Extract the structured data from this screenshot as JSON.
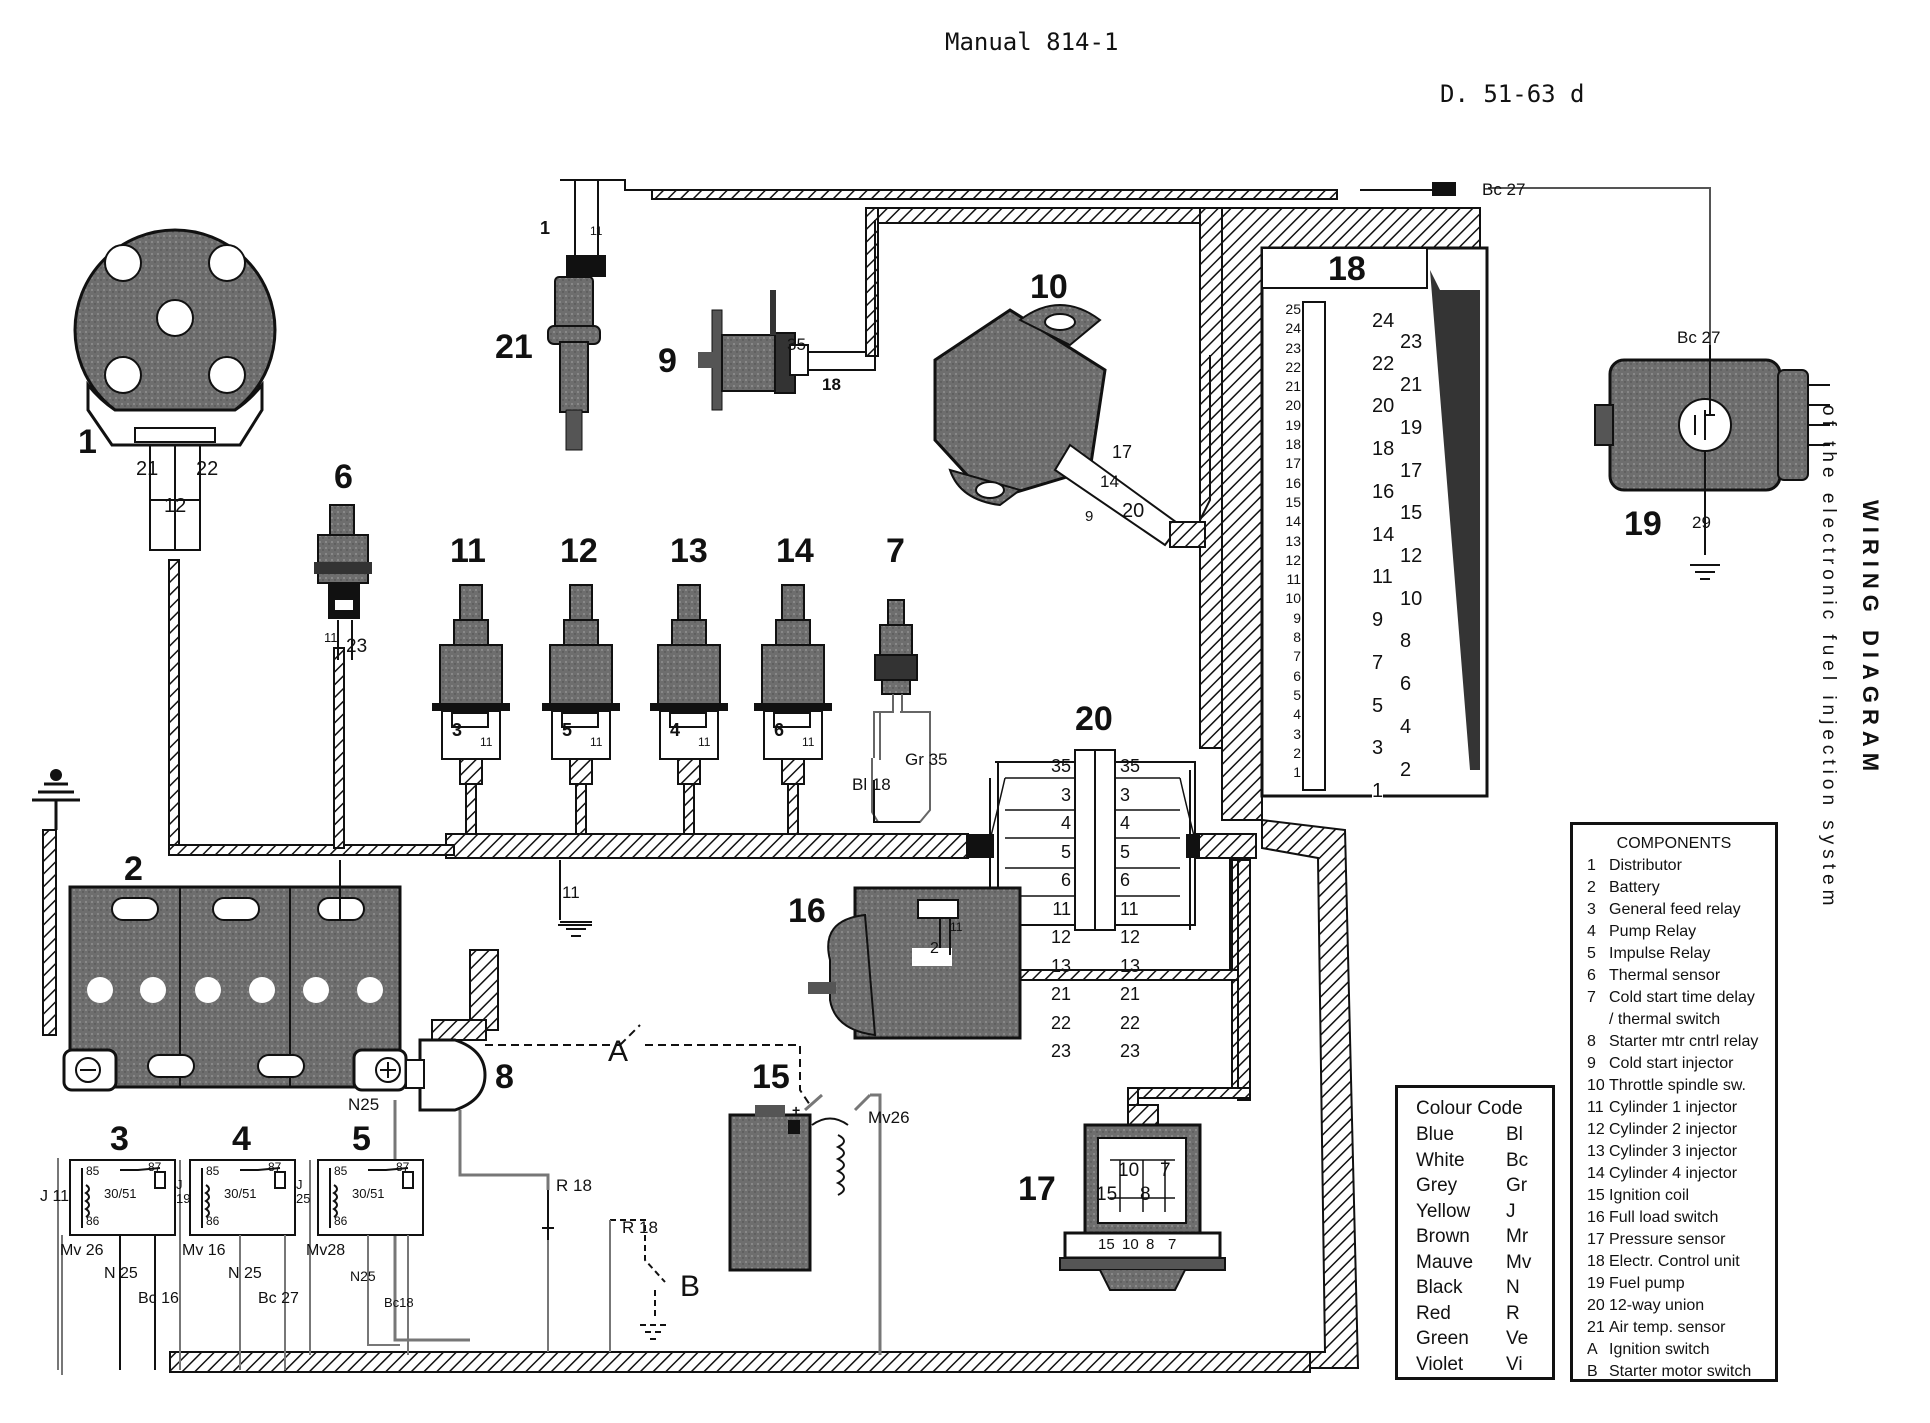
{
  "header": {
    "manual": "Manual 814-1",
    "ref": "D. 51-63 d"
  },
  "side_title": {
    "line1": "WIRING DIAGRAM",
    "line2": "of the electronic fuel injection system"
  },
  "component_numbers": {
    "c1": "1",
    "c2": "2",
    "c3": "3",
    "c4": "4",
    "c5": "5",
    "c6": "6",
    "c7": "7",
    "c8": "8",
    "c9": "9",
    "c10": "10",
    "c11": "11",
    "c12": "12",
    "c13": "13",
    "c14": "14",
    "c15": "15",
    "c16": "16",
    "c17": "17",
    "c18": "18",
    "c19": "19",
    "c20": "20",
    "c21": "21"
  },
  "switch_labels": {
    "a": "A",
    "b": "B"
  },
  "wire_labels": {
    "bc27_top": "Bc 27",
    "bc27_pump": "Bc 27",
    "pump_29": "29",
    "dist_21": "21",
    "dist_12": "12",
    "dist_22": "22",
    "ts_11": "11",
    "ts_23": "23",
    "gnd_11": "11",
    "inj1_a": "3",
    "inj1_b": "11",
    "inj2_a": "5",
    "inj2_b": "11",
    "inj3_a": "4",
    "inj3_b": "11",
    "inj4_a": "6",
    "inj4_b": "11",
    "bl18": "Bl 18",
    "gr35": "Gr 35",
    "csi_35": "35",
    "csi_18": "18",
    "at_1": "1",
    "at_11": "11",
    "tps_17": "17",
    "tps_14": "14",
    "tps_20": "20",
    "tps_9": "9",
    "fls_2": "2",
    "fls_11": "11",
    "n25_batt": "N25",
    "r18_a": "R 18",
    "r18_b": "R 18",
    "mv26_coil": "Mv26",
    "relay3_j": "J 11",
    "relay3_mv": "Mv 26",
    "relay3_n": "N 25",
    "relay3_bc": "Bc 16",
    "relay4_j": "J 19",
    "relay4_mv": "Mv 16",
    "relay4_n": "N 25",
    "relay4_bc": "Bc 27",
    "relay5_j": "J 25",
    "relay5_mv": "Mv28",
    "relay5_n": "N25",
    "relay5_bc": "Bc18",
    "relay_85": "85",
    "relay_87": "87",
    "relay_3051": "30/51",
    "relay_86": "86",
    "ps_10": "10",
    "ps_7": "7",
    "ps_15": "15",
    "ps_8": "8",
    "ps_b15": "15",
    "ps_b10": "10",
    "ps_b8": "8",
    "ps_b7": "7",
    "coil_plus": "+"
  },
  "union_left": [
    "35",
    "3",
    "4",
    "5",
    "6",
    "11",
    "12",
    "13",
    "21",
    "22",
    "23"
  ],
  "union_right": [
    "35",
    "3",
    "4",
    "5",
    "6",
    "11",
    "12",
    "13",
    "21",
    "22",
    "23"
  ],
  "ecu_pins": [
    "25",
    "24",
    "23",
    "22",
    "21",
    "20",
    "19",
    "18",
    "17",
    "16",
    "15",
    "14",
    "13",
    "12",
    "11",
    "10",
    "9",
    "8",
    "7",
    "6",
    "5",
    "4",
    "3",
    "2",
    "1"
  ],
  "ecu_wires": [
    "24",
    "23",
    "22",
    "21",
    "20",
    "19",
    "18",
    "17",
    "16",
    "15",
    "14",
    "12",
    "11",
    "10",
    "9",
    "8",
    "7",
    "6",
    "5",
    "4",
    "3",
    "2",
    "1"
  ],
  "colour_code": {
    "title": "Colour Code",
    "rows": [
      {
        "name": "Blue",
        "code": "Bl"
      },
      {
        "name": "White",
        "code": "Bc"
      },
      {
        "name": "Grey",
        "code": "Gr"
      },
      {
        "name": "Yellow",
        "code": "J"
      },
      {
        "name": "Brown",
        "code": "Mr"
      },
      {
        "name": "Mauve",
        "code": "Mv"
      },
      {
        "name": "Black",
        "code": "N"
      },
      {
        "name": "Red",
        "code": "R"
      },
      {
        "name": "Green",
        "code": "Ve"
      },
      {
        "name": "Violet",
        "code": "Vi"
      }
    ]
  },
  "components": {
    "title": "COMPONENTS",
    "rows": [
      {
        "k": "1",
        "v": "Distributor"
      },
      {
        "k": "2",
        "v": "Battery"
      },
      {
        "k": "3",
        "v": "General  feed  relay"
      },
      {
        "k": "4",
        "v": "Pump Relay"
      },
      {
        "k": "5",
        "v": "Impulse Relay"
      },
      {
        "k": "6",
        "v": "Thermal sensor"
      },
      {
        "k": "7",
        "v": "Cold start time delay"
      },
      {
        "k": "",
        "v": "/ thermal switch"
      },
      {
        "k": "8",
        "v": "Starter mtr cntrl relay"
      },
      {
        "k": "9",
        "v": "Cold start injector"
      },
      {
        "k": "10",
        "v": "Throttle spindle sw."
      },
      {
        "k": "11",
        "v": "Cylinder 1 injector"
      },
      {
        "k": "12",
        "v": "Cylinder 2 injector"
      },
      {
        "k": "13",
        "v": "Cylinder 3 injector"
      },
      {
        "k": "14",
        "v": "Cylinder 4 injector"
      },
      {
        "k": "15",
        "v": "Ignition coil"
      },
      {
        "k": "16",
        "v": "Full load switch"
      },
      {
        "k": "17",
        "v": "Pressure sensor"
      },
      {
        "k": "18",
        "v": "Electr. Control unit"
      },
      {
        "k": "19",
        "v": "Fuel pump"
      },
      {
        "k": "20",
        "v": "12-way union"
      },
      {
        "k": "21",
        "v": "Air temp. sensor"
      },
      {
        "k": "A",
        "v": "Ignition switch"
      },
      {
        "k": "B",
        "v": "Starter motor switch"
      }
    ]
  }
}
